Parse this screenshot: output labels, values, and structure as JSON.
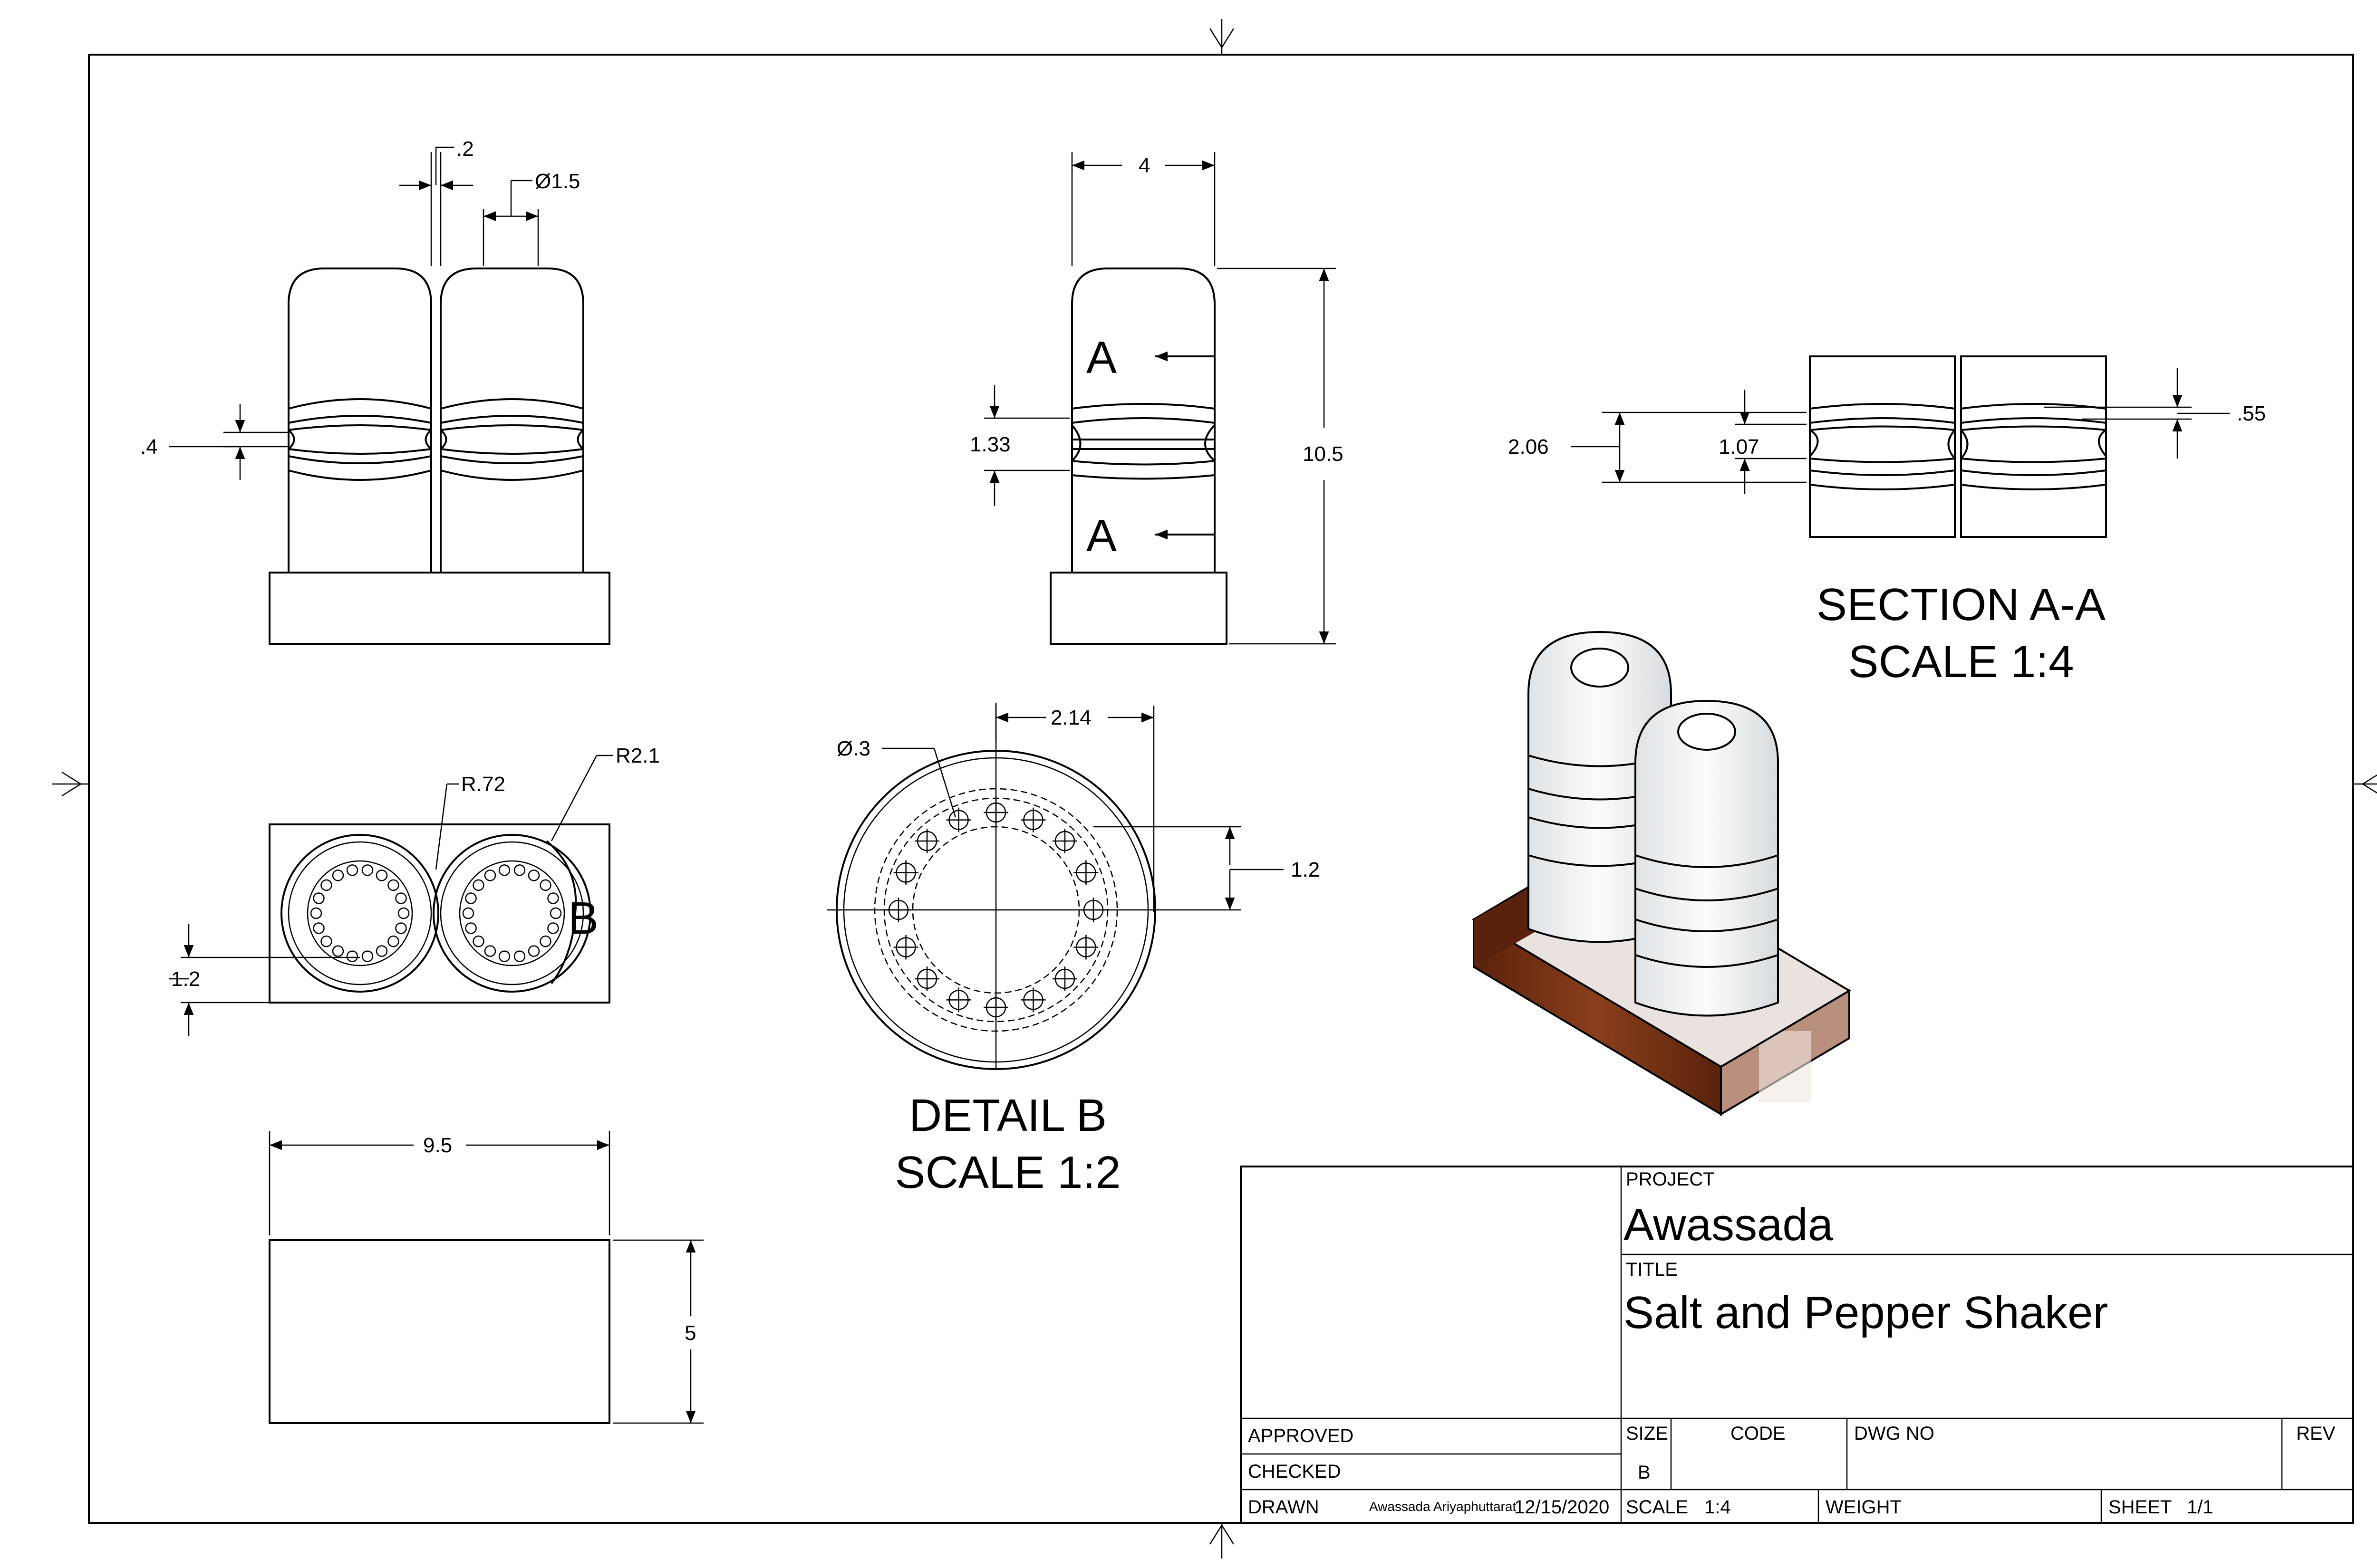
{
  "dimensions": {
    "front_gap": ".2",
    "front_hole_dia": "Ø1.5",
    "front_groove": ".4",
    "side_width": "4",
    "side_groove": "1.33",
    "side_height": "10.5",
    "section_outer": "2.06",
    "section_inner": "1.07",
    "section_depth": ".55",
    "top_radius_small": "R.72",
    "top_radius_large": "R2.1",
    "top_offset": "1.2",
    "detail_hole_dia": "Ø.3",
    "detail_width": "2.14",
    "detail_offset": "1.2",
    "base_length": "9.5",
    "base_height": "5"
  },
  "labels": {
    "section_cut": "A",
    "detail_ref": "B",
    "section_title": "SECTION A-A",
    "section_scale": "SCALE 1:4",
    "detail_title": "DETAIL B",
    "detail_scale": "SCALE 1:2"
  },
  "title_block": {
    "project_label": "PROJECT",
    "project": "Awassada",
    "title_label": "TITLE",
    "title": "Salt and Pepper Shaker",
    "approved_label": "APPROVED",
    "checked_label": "CHECKED",
    "drawn_label": "DRAWN",
    "drawn_by": "Awassada Ariyaphuttarat",
    "drawn_date": "12/15/2020",
    "size_label": "SIZE",
    "size": "B",
    "code_label": "CODE",
    "dwg_label": "DWG NO",
    "rev_label": "REV",
    "scale_label": "SCALE",
    "scale": "1:4",
    "weight_label": "WEIGHT",
    "sheet_label": "SHEET",
    "sheet": "1/1"
  },
  "colors": {
    "line": "#000000",
    "wood": "#6b2b12",
    "wood_light": "#a0552e",
    "glass": "#eef0f2"
  }
}
